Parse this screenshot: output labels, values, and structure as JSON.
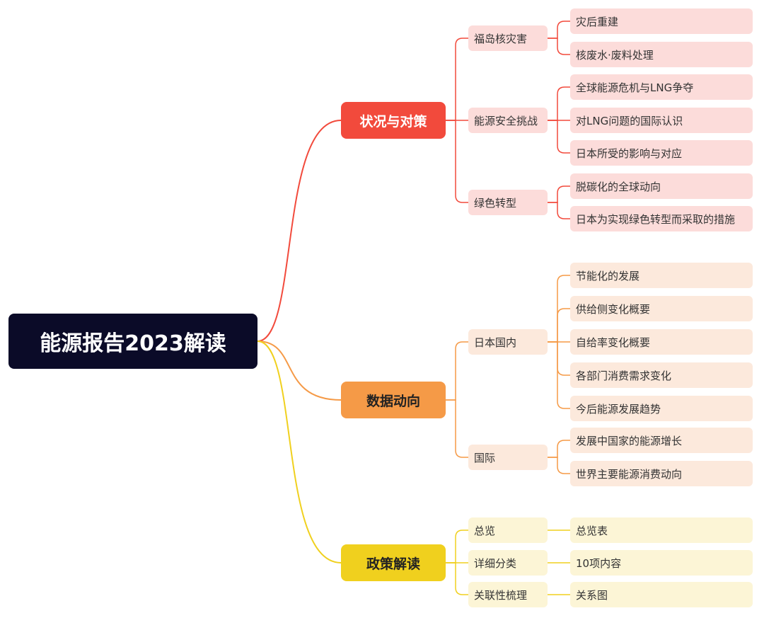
{
  "root": {
    "label": "能源报告2023解读"
  },
  "colors": {
    "root_bg": "#0b0b28",
    "branch1": "#f24a3c",
    "branch2": "#f59a47",
    "branch3": "#f0d01e",
    "branch1_light": "#fcdcda",
    "branch2_light": "#fce9dc",
    "branch3_light": "#fcf5d6"
  },
  "branches": [
    {
      "label": "状况与对策",
      "children": [
        {
          "label": "福岛核灾害",
          "children": [
            "灾后重建",
            "核废水·废料处理"
          ]
        },
        {
          "label": "能源安全挑战",
          "children": [
            "全球能源危机与LNG争夺",
            "对LNG问题的国际认识",
            "日本所受的影响与对应"
          ]
        },
        {
          "label": "绿色转型",
          "children": [
            "脱碳化的全球动向",
            "日本为实现绿色转型而采取的措施"
          ]
        }
      ]
    },
    {
      "label": "数据动向",
      "children": [
        {
          "label": "日本国内",
          "children": [
            "节能化的发展",
            "供给侧变化概要",
            "自给率变化概要",
            "各部门消费需求变化",
            "今后能源发展趋势"
          ]
        },
        {
          "label": "国际",
          "children": [
            "发展中国家的能源增长",
            "世界主要能源消费动向"
          ]
        }
      ]
    },
    {
      "label": "政策解读",
      "children": [
        {
          "label": "总览",
          "children": [
            "总览表"
          ]
        },
        {
          "label": "详细分类",
          "children": [
            "10项内容"
          ]
        },
        {
          "label": "关联性梳理",
          "children": [
            "关系图"
          ]
        }
      ]
    }
  ]
}
